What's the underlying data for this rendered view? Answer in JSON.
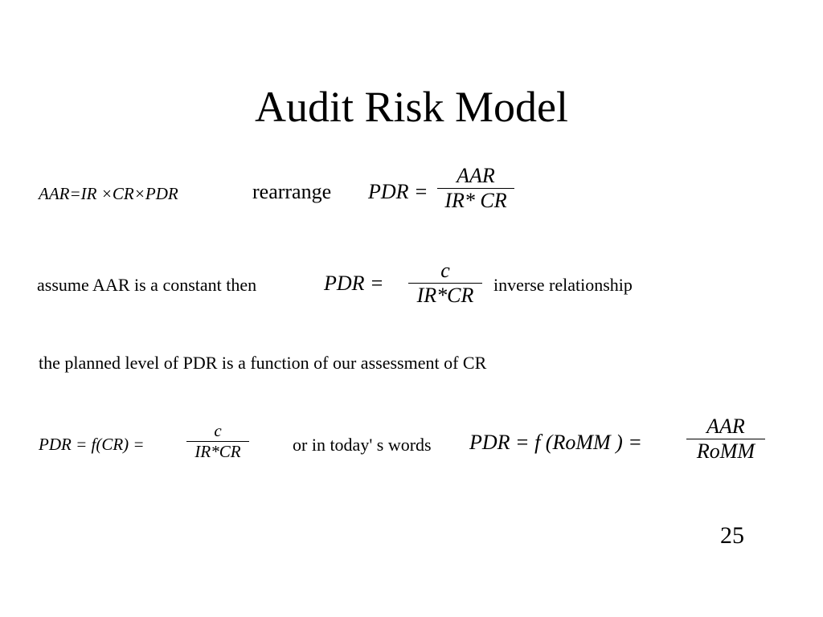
{
  "slide": {
    "title": "Audit Risk Model",
    "page_number": "25"
  },
  "row1": {
    "formula": "AAR=IR ×CR×PDR",
    "word": "rearrange",
    "lhs": "PDR =",
    "numerator": "AAR",
    "denominator": "IR* CR"
  },
  "row2": {
    "text": "assume  AAR is a constant then",
    "lhs": "PDR =",
    "numerator": "c",
    "denominator": "IR*CR",
    "tail": "inverse relationship"
  },
  "row3": {
    "text": "the planned level of PDR is a function of our assessment of CR"
  },
  "row4": {
    "lhs": "PDR  =  f(CR) =",
    "numerator": "c",
    "denominator": "IR*CR",
    "middle": "or in today' s words",
    "lhs2": "PDR  =  f (RoMM ) =",
    "numerator2": "AAR",
    "denominator2": "RoMM"
  }
}
